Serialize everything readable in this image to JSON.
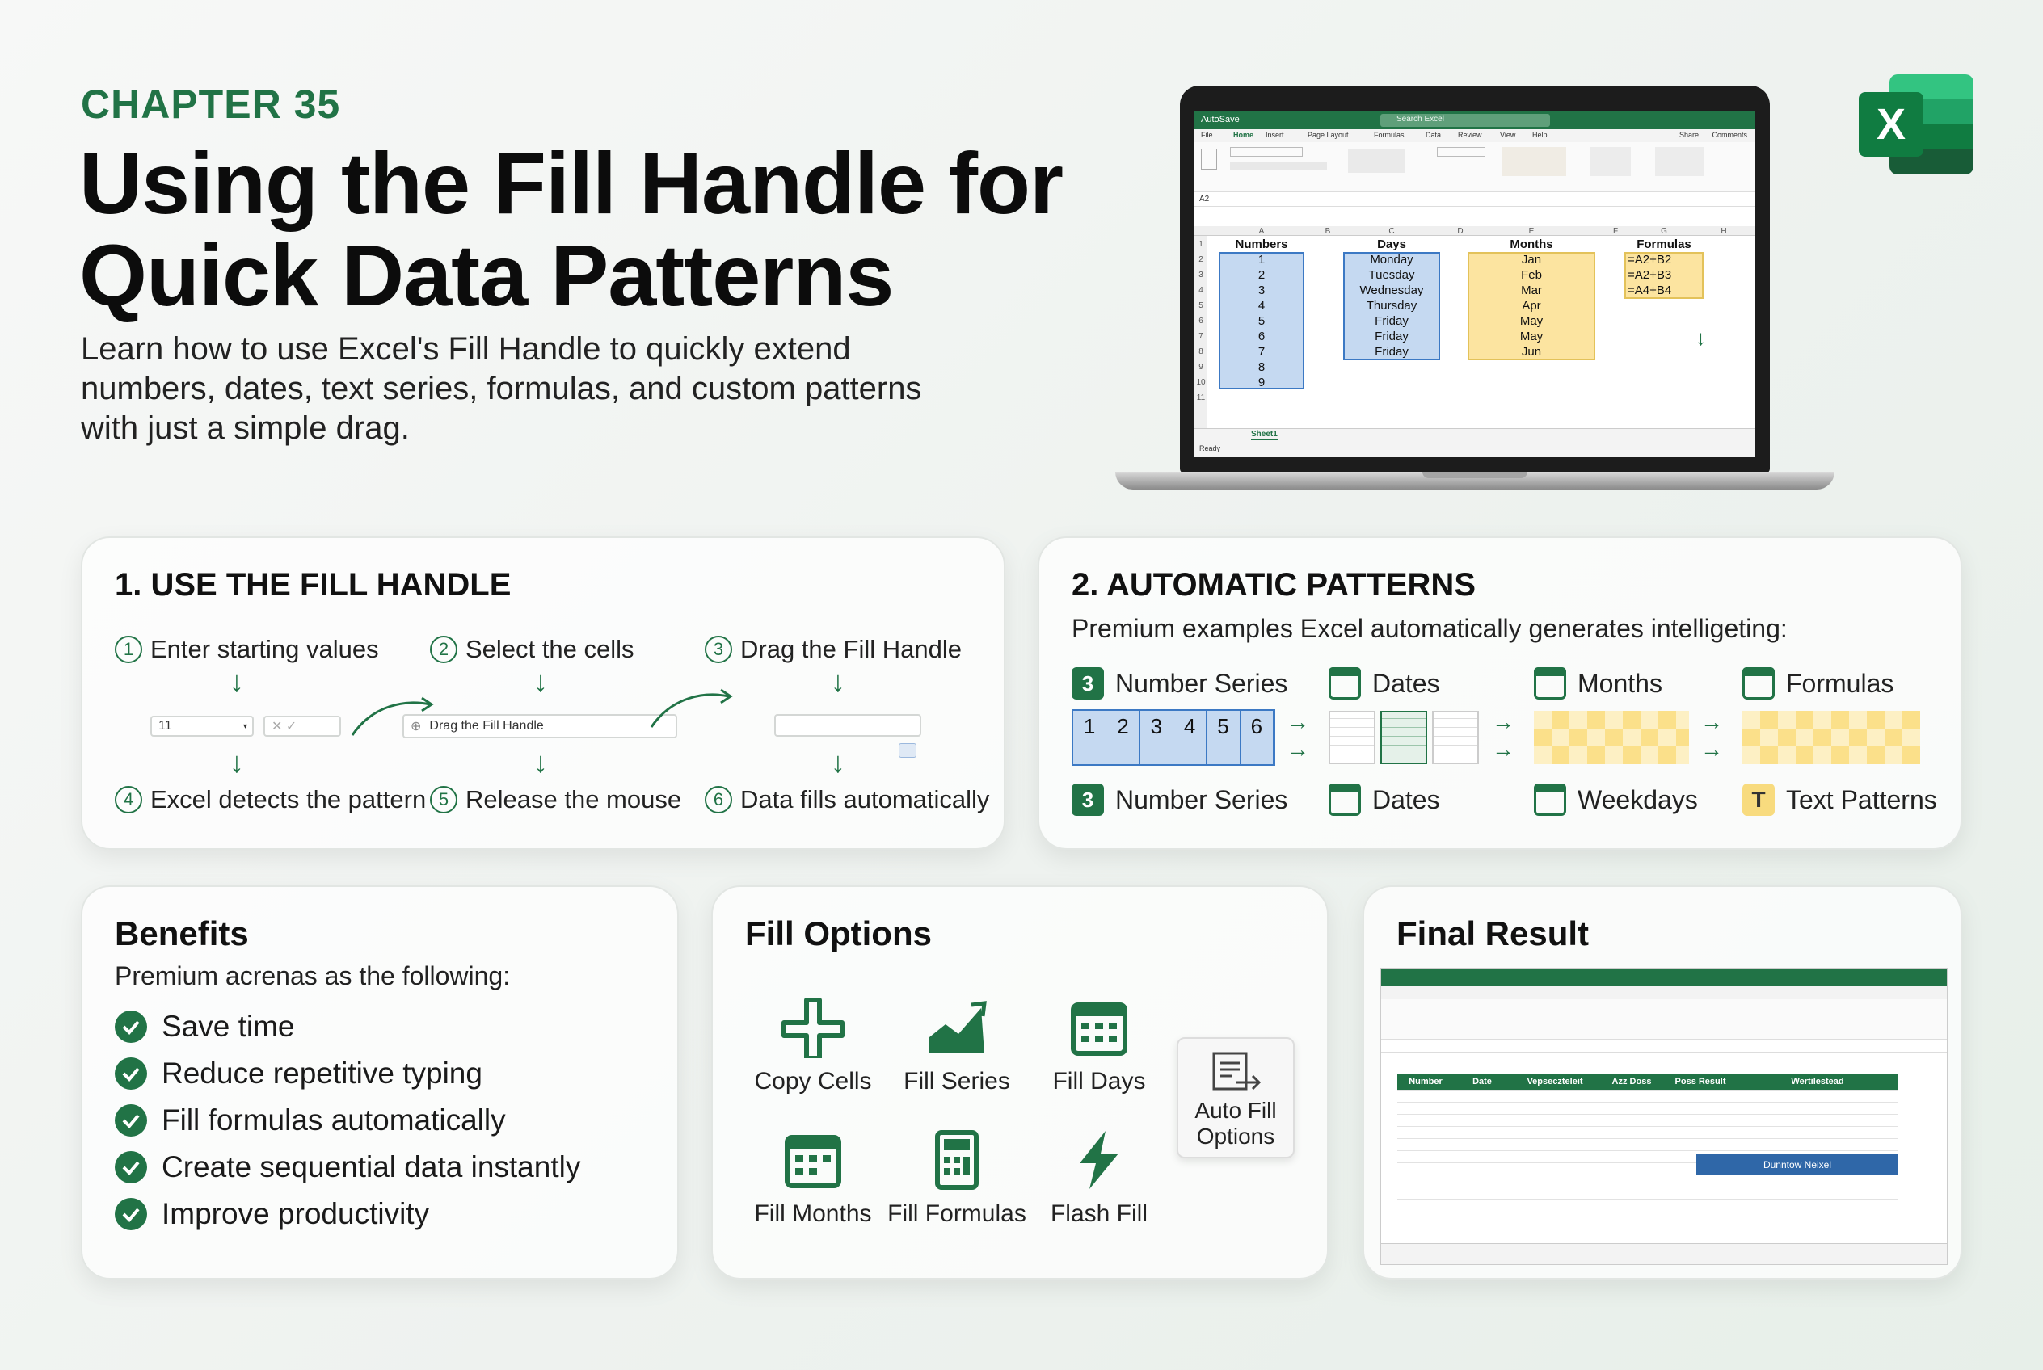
{
  "header": {
    "chapter": "CHAPTER 35",
    "title_line1": "Using the Fill Handle for",
    "title_line2": "Quick Data Patterns",
    "subtitle_line1": "Learn how to use Excel's Fill Handle to quickly extend",
    "subtitle_line2": "numbers, dates, text series, formulas, and custom patterns",
    "subtitle_line3": "with just a simple drag."
  },
  "laptop": {
    "autosave": "AutoSave",
    "search": "Search Excel",
    "menu": [
      "File",
      "Home",
      "Insert",
      "Page Layout",
      "Formulas",
      "Data",
      "Review",
      "View",
      "Help"
    ],
    "share": "Share",
    "comments": "Comments",
    "name_box": "A2",
    "sheet_tab": "Sheet1",
    "status": "Ready",
    "columns": [
      "A",
      "B",
      "C",
      "D",
      "E",
      "F",
      "G",
      "H"
    ],
    "headers": {
      "a": "Numbers",
      "c": "Days",
      "e": "Months",
      "g": "Formulas"
    },
    "col_numbers": [
      "1",
      "2",
      "3",
      "4",
      "5",
      "6",
      "7",
      "8",
      "9"
    ],
    "col_days": [
      "Monday",
      "Tuesday",
      "Wednesday",
      "Thursday",
      "Friday",
      "Friday",
      "Friday"
    ],
    "col_months": [
      "Jan",
      "Feb",
      "Mar",
      "Apr",
      "May",
      "May",
      "Jun"
    ],
    "col_formulas": [
      "=A2+B2",
      "=A2+B3",
      "=A4+B4"
    ],
    "row_numbers": [
      "1",
      "2",
      "3",
      "4",
      "5",
      "6",
      "7",
      "8",
      "9",
      "10",
      "11"
    ]
  },
  "excel_logo": "X",
  "section1": {
    "title": "1. USE THE FILL HANDLE",
    "steps": [
      {
        "num": "1",
        "label": "Enter starting values"
      },
      {
        "num": "2",
        "label": "Select the cells"
      },
      {
        "num": "3",
        "label": "Drag the Fill Handle"
      },
      {
        "num": "4",
        "label": "Excel detects the pattern"
      },
      {
        "num": "5",
        "label": "Release the mouse"
      },
      {
        "num": "6",
        "label": "Data fills automatically"
      }
    ],
    "mini_value": "11",
    "mini_drag": "Drag the Fill Handle"
  },
  "section2": {
    "title": "2. AUTOMATIC PATTERNS",
    "subtitle": "Premium examples Εxcel automatically generates intelligeting:",
    "top_labels": [
      "Number Series",
      "Dates",
      "Months",
      "Formulas"
    ],
    "bottom_labels": [
      "Number Series",
      "Dates",
      "Weekdays",
      "Text Patterns"
    ],
    "number_cells": [
      "1",
      "2",
      "3",
      "4",
      "5",
      "6"
    ],
    "icon_letters": {
      "number": "3",
      "text": "T"
    }
  },
  "benefits": {
    "title": "Benefits",
    "subtitle": "Premium acrenas as the following:",
    "items": [
      "Save time",
      "Reduce repetitive typing",
      "Fill formulas automatically",
      "Create sequential data instantly",
      "Improve productivity"
    ]
  },
  "fill_options": {
    "title": "Fill Options",
    "items": [
      "Copy Cells",
      "Fill Series",
      "Fill Days",
      "Fill Months",
      "Fill Formulas",
      "Flash Fill"
    ],
    "auto_fill_line1": "Auto Fill",
    "auto_fill_line2": "Options"
  },
  "final_result": {
    "title": "Final Result",
    "headers": [
      "Number",
      "Date",
      "Vepseczteleit",
      "Azz Doss",
      "Poss Result",
      "Wertilestead"
    ],
    "highlight": "Dunntow Neixel"
  },
  "colors": {
    "excel_green": "#217346",
    "blue_fill": "#c5d9f1",
    "yellow_fill": "#fce4a0"
  }
}
